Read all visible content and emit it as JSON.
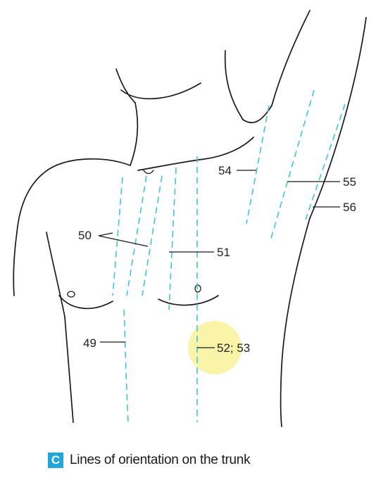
{
  "labels": {
    "l49": "49",
    "l50": "50",
    "l51": "51",
    "l52": "52; 53",
    "l54": "54",
    "l55": "55",
    "l56": "56"
  },
  "caption": {
    "badge": "C",
    "text": "Lines of orientation on the trunk"
  },
  "colors": {
    "orientation_lines": "#3ec3e8",
    "badge": "#1fa6dd",
    "highlight": "#f7f08a"
  }
}
